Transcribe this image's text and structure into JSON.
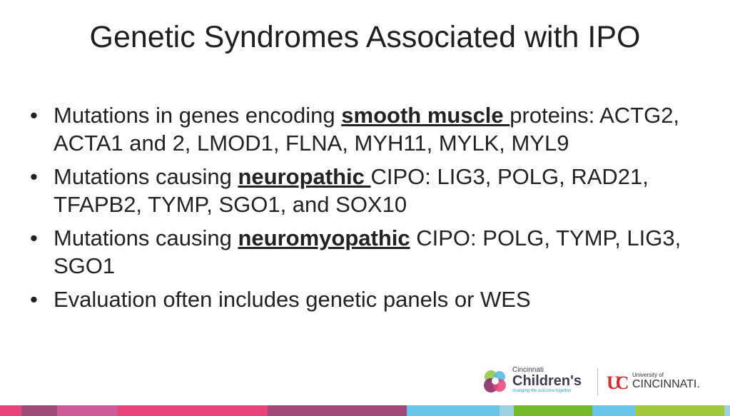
{
  "title": "Genetic Syndromes Associated with IPO",
  "bullets": [
    {
      "pre": "Mutations in genes encoding ",
      "emph": "smooth muscle ",
      "post": "proteins: ACTG2, ACTA1 and 2, LMOD1, FLNA, MYH11, MYLK, MYL9"
    },
    {
      "pre": "Mutations causing ",
      "emph": "neuropathic ",
      "post": "CIPO: LIG3, POLG, RAD21, TFAPB2, TYMP, SGO1, and SOX10"
    },
    {
      "pre": "Mutations causing ",
      "emph": "neuromyopathic",
      "post": " CIPO: POLG, TYMP, LIG3, SGO1"
    },
    {
      "pre": "Evaluation often includes genetic panels or WES",
      "emph": "",
      "post": ""
    }
  ],
  "logos": {
    "cincinnati_childrens": {
      "line1": "Cincinnati",
      "line2": "Children's",
      "tagline": "changing the outcome together"
    },
    "university": {
      "mark": "UC",
      "line1": "University of",
      "line2": "CINCINNATI."
    }
  },
  "colors": {
    "band": [
      "#e8437a",
      "#a24a7c",
      "#cc5a9a",
      "#e8437a",
      "#a2497a",
      "#6ac4e8",
      "#9dd3e0",
      "#76b82a",
      "#6ac4e8",
      "#a0c83c",
      "#9dd3e0"
    ]
  }
}
